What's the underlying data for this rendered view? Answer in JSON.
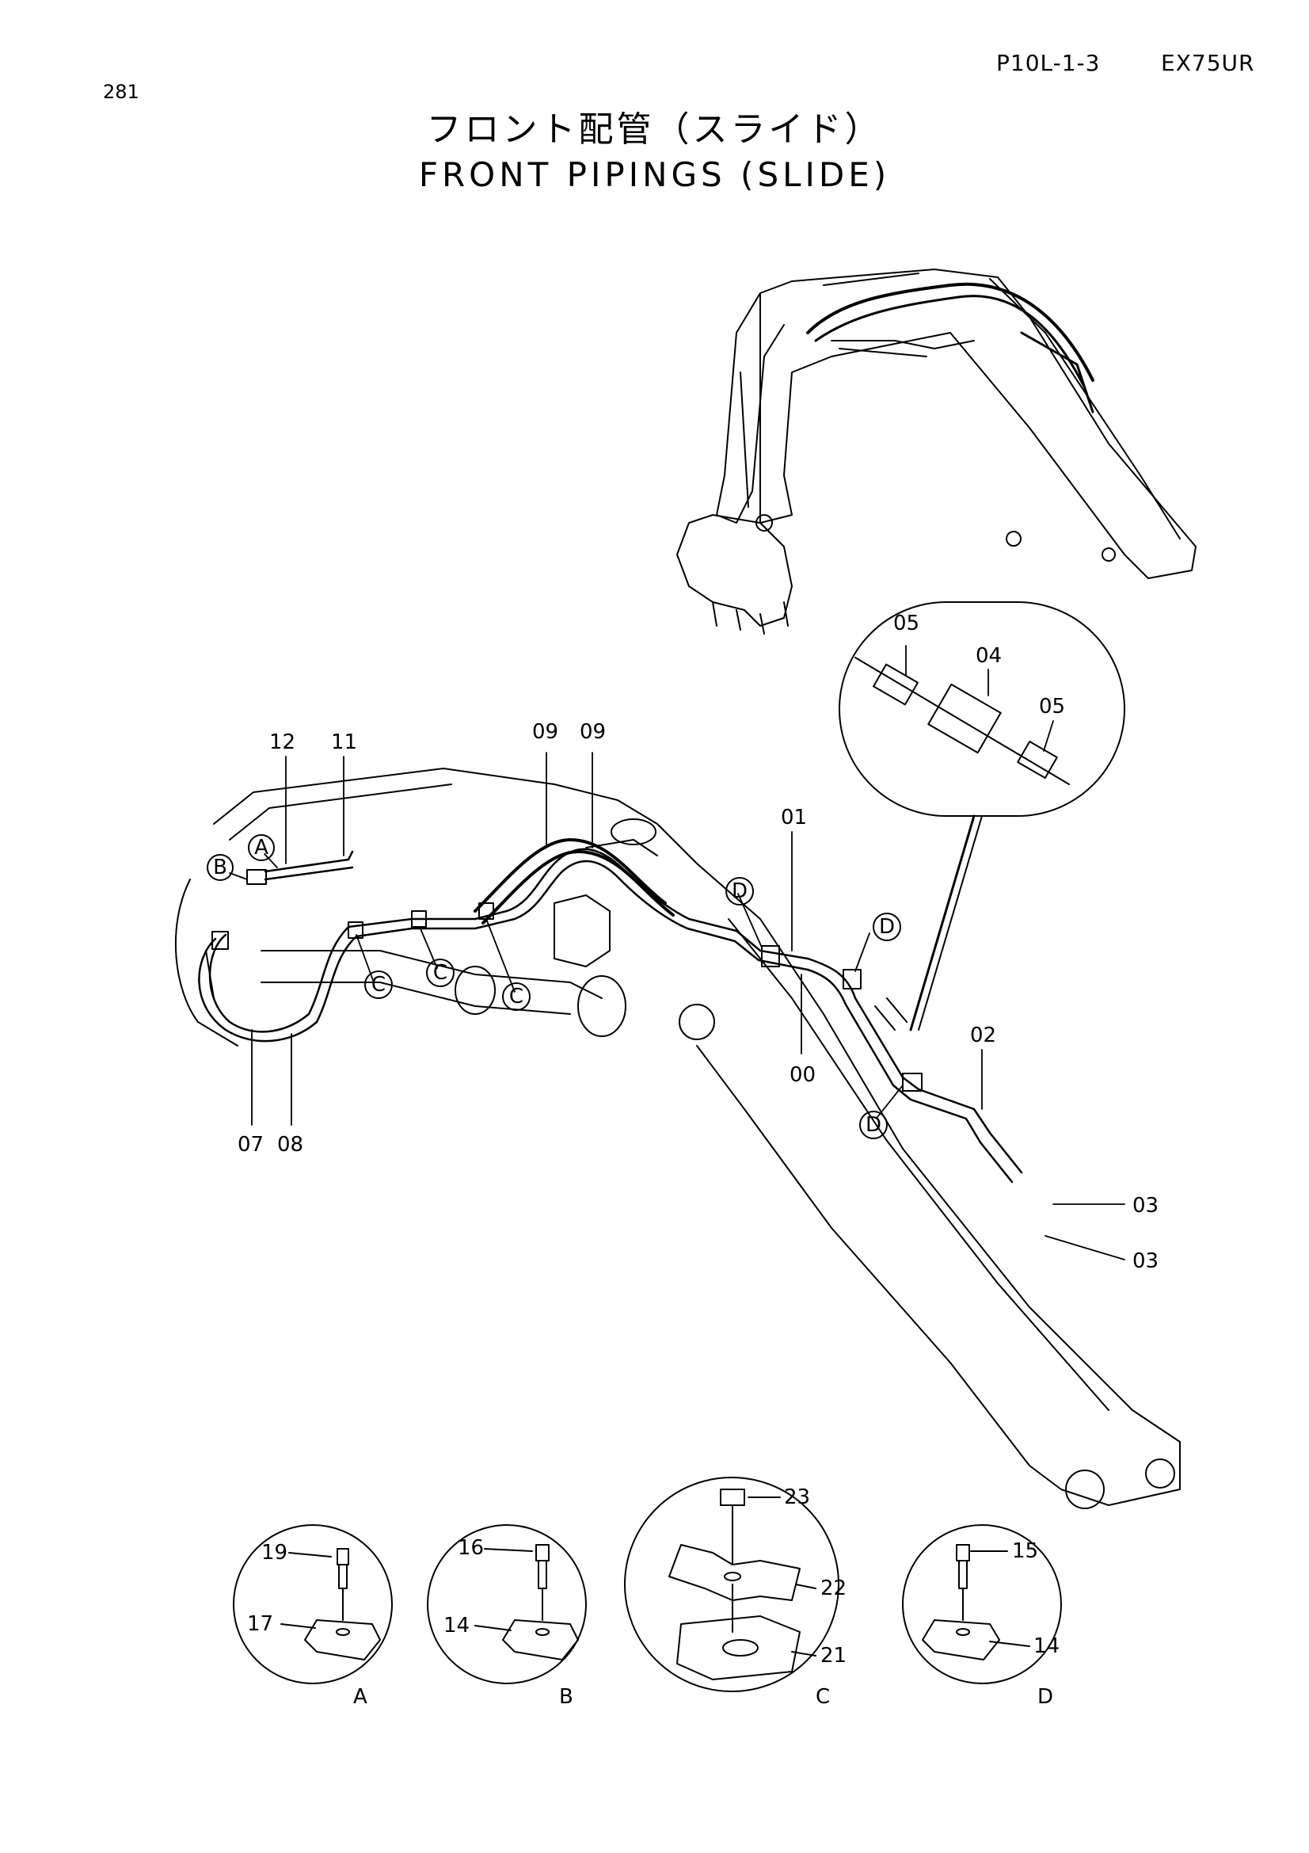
{
  "header": {
    "page_number": "281",
    "code": "P10L-1-3",
    "model": "EX75UR",
    "title_jp": "フロント配管（スライド）",
    "title_en": "FRONT PIPINGS (SLIDE)"
  },
  "callouts": {
    "A": "A",
    "B": "B",
    "C": "C",
    "D": "D"
  },
  "part_labels": {
    "p00": "00",
    "p01": "01",
    "p02": "02",
    "p03": "03",
    "p04": "04",
    "p05": "05",
    "p07": "07",
    "p08": "08",
    "p09": "09",
    "p11": "11",
    "p12": "12",
    "p14": "14",
    "p15": "15",
    "p16": "16",
    "p17": "17",
    "p19": "19",
    "p21": "21",
    "p22": "22",
    "p23": "23"
  },
  "detail_views": {
    "A": "A",
    "B": "B",
    "C": "C",
    "D": "D"
  }
}
